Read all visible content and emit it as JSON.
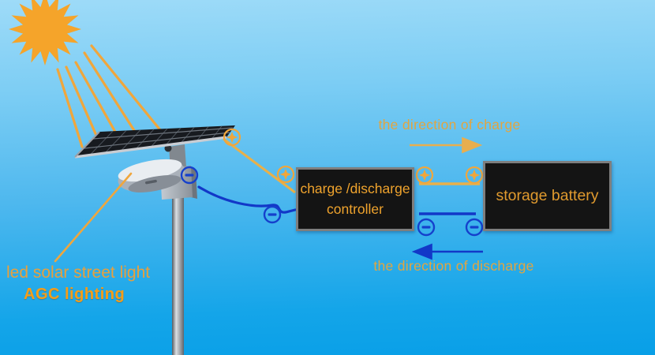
{
  "labels": {
    "charge_direction": "the direction of charge",
    "discharge_direction": "the direction of discharge",
    "street_light": "led solar street light",
    "brand": "AGC lighting"
  },
  "boxes": {
    "controller": {
      "line1": "charge /discharge",
      "line2": "controller"
    },
    "battery": {
      "label": "storage battery"
    }
  },
  "symbols": {
    "positive_terminal": "+",
    "negative_terminal": "-"
  },
  "colors": {
    "sun_orange": "#f5a42a",
    "accent_orange": "#eda63e",
    "wire_blue": "#1238c8",
    "box_background": "#141414",
    "box_border": "#7e7e7e",
    "box_text_orange": "#efa32d",
    "sky_top": "#9edbf8",
    "sky_bottom": "#089fe7"
  }
}
